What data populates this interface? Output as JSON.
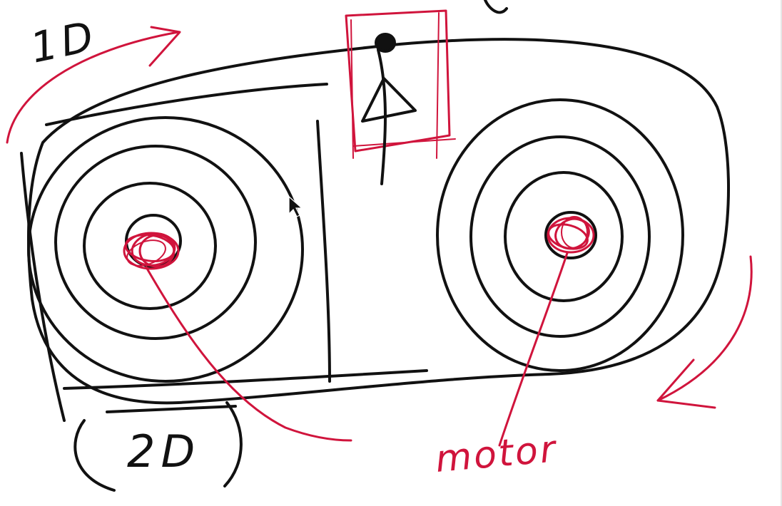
{
  "labels": {
    "one_d": "1D",
    "two_d": "2D",
    "motor": "motor"
  },
  "colors": {
    "ink": "#111111",
    "highlight": "#d0143c",
    "background": "#ffffff"
  },
  "icons": {
    "cursor": "mouse-pointer-icon"
  }
}
